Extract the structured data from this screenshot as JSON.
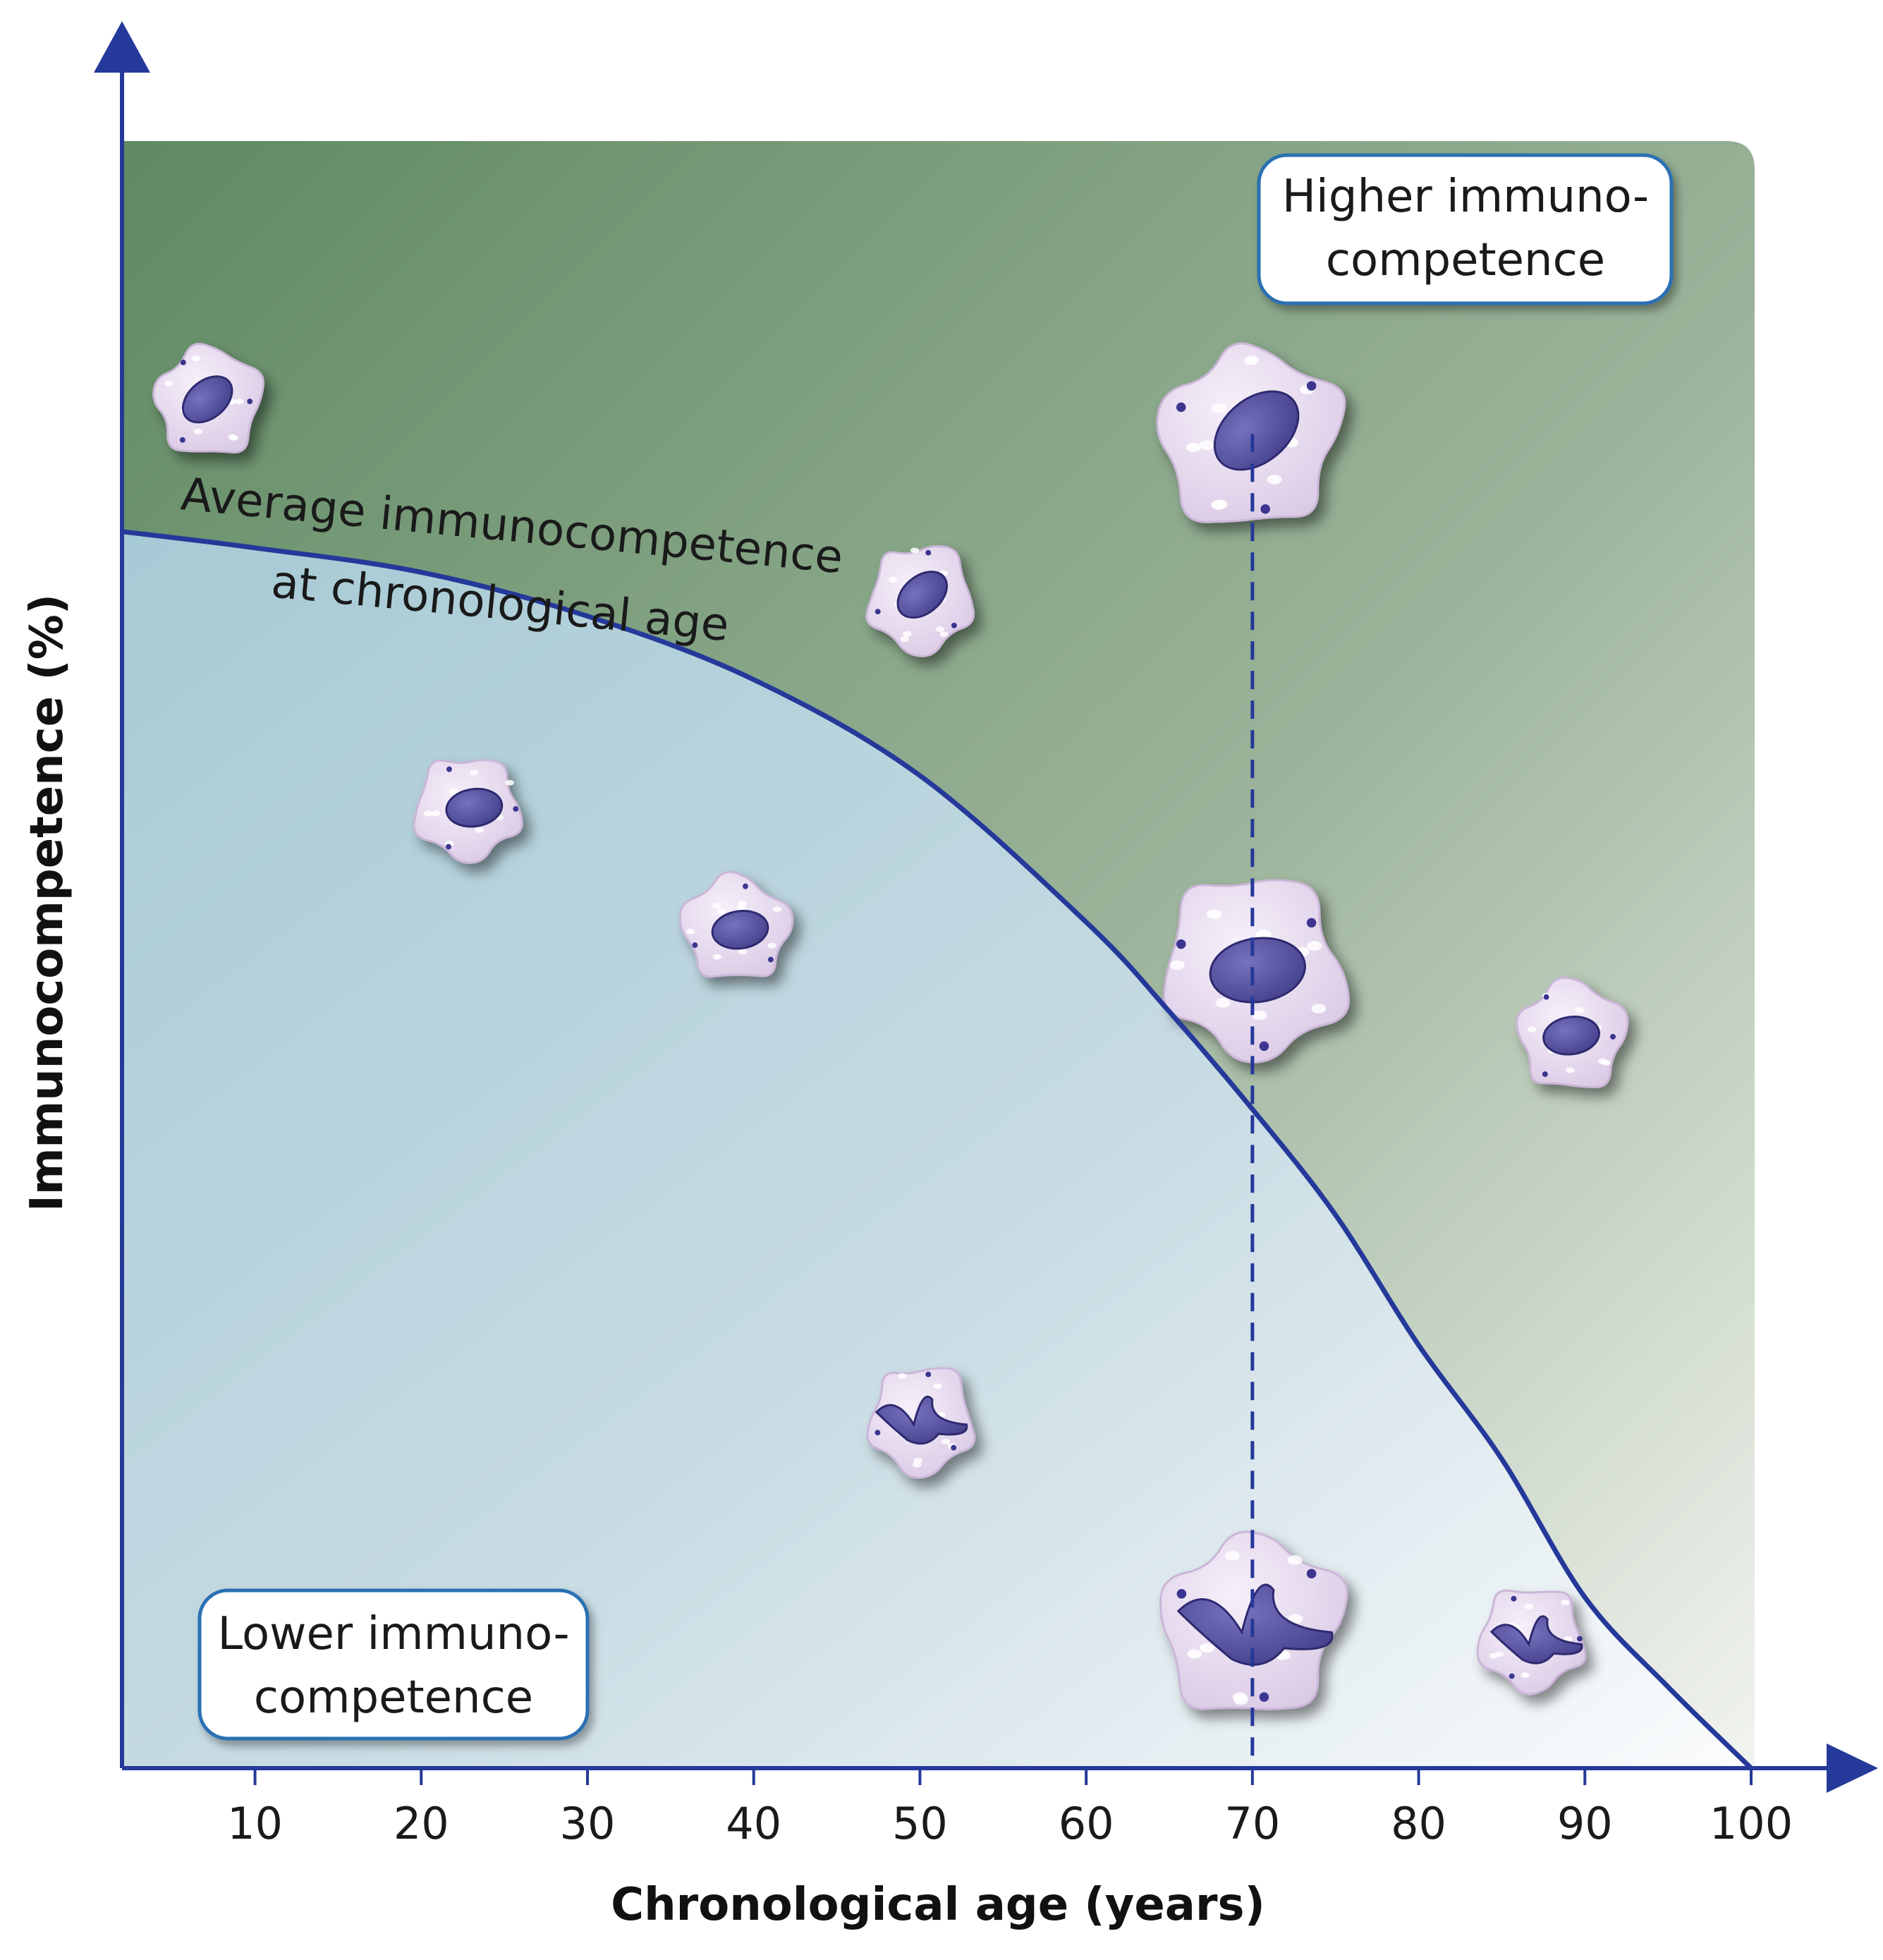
{
  "chart_data": {
    "type": "line",
    "title": "",
    "xlabel": "Chronological age (years)",
    "ylabel": "Immunocompetence (%)",
    "xlim": [
      2,
      100
    ],
    "ylim": [
      0,
      100
    ],
    "x_ticks": [
      "10",
      "20",
      "30",
      "40",
      "50",
      "60",
      "70",
      "80",
      "90",
      "100"
    ],
    "x_tick_values": [
      10,
      20,
      30,
      40,
      50,
      60,
      70,
      80,
      90,
      100
    ],
    "grid": false,
    "series": [
      {
        "name": "Average immunocompetence at chronological age",
        "x": [
          2,
          10,
          20,
          30,
          40,
          50,
          60,
          65,
          70,
          75,
          80,
          85,
          90,
          95,
          100
        ],
        "y": [
          76,
          75,
          73.5,
          70.8,
          66.9,
          61,
          52,
          46.5,
          40.5,
          34,
          26,
          19,
          10.5,
          5,
          0
        ]
      }
    ],
    "reference_line": {
      "x": 70,
      "style": "dashed"
    },
    "region_labels": {
      "upper": "Higher immuno-\ncompetence",
      "lower": "Lower immuno-\ncompetence"
    },
    "cells": [
      {
        "x": 7,
        "y": 84,
        "size": "small",
        "nucleus": "oval"
      },
      {
        "x": 50,
        "y": 72,
        "size": "small",
        "nucleus": "oval"
      },
      {
        "x": 70,
        "y": 82,
        "size": "large",
        "nucleus": "oval"
      },
      {
        "x": 23,
        "y": 59,
        "size": "small",
        "nucleus": "oval"
      },
      {
        "x": 39,
        "y": 51.5,
        "size": "small",
        "nucleus": "oval"
      },
      {
        "x": 70,
        "y": 49,
        "size": "large",
        "nucleus": "oval"
      },
      {
        "x": 89,
        "y": 45,
        "size": "small",
        "nucleus": "oval"
      },
      {
        "x": 50,
        "y": 21.5,
        "size": "small",
        "nucleus": "lobed"
      },
      {
        "x": 70,
        "y": 9,
        "size": "large",
        "nucleus": "lobed"
      },
      {
        "x": 87,
        "y": 8,
        "size": "small",
        "nucleus": "lobed"
      }
    ],
    "colors": {
      "axis": "#25399a",
      "curve": "#25399a",
      "upper_region_top": "#6b8f6e",
      "upper_region_bottom": "#eef1ea",
      "lower_region_top": "#a9cbd6",
      "lower_region_bottom": "#f4f7fa",
      "cell_fill": "#e8dcee",
      "nucleus_fill": "#5a54a3"
    }
  },
  "annotation": {
    "curve_label_line1": "Average immunocompetence",
    "curve_label_line2": "at chronological age",
    "higher_line1": "Higher immuno-",
    "higher_line2": "competence",
    "lower_line1": "Lower immuno-",
    "lower_line2": "competence"
  }
}
